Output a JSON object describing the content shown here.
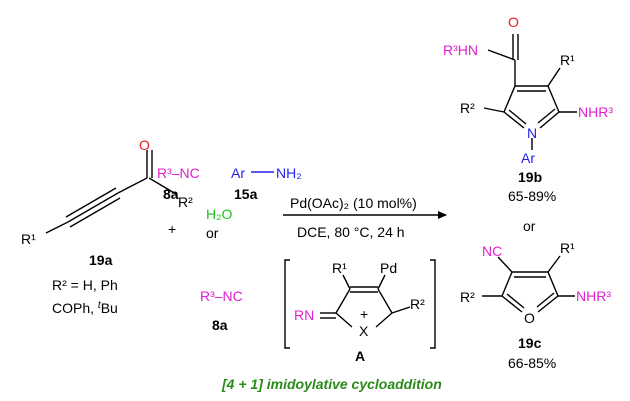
{
  "colors": {
    "black": "#000000",
    "magenta": "#e020d0",
    "blue": "#2222ee",
    "red": "#e02020",
    "green": "#20c020",
    "caption_green": "#2a8a1a"
  },
  "reactant": {
    "label": "19a",
    "carbonyl_o": "O",
    "r1": "R¹",
    "r2": "R²",
    "subst_line1": "R² = H, Ph",
    "subst_line2_pre": "COPh, ",
    "subst_line2_t": "t",
    "subst_line2_bu": "Bu"
  },
  "plus": "+",
  "reagents_top": {
    "isocyanide": "R³–NC",
    "isocyanide_label": "8a",
    "amine_ar": "Ar",
    "amine_nh2": "NH₂",
    "amine_label": "15a",
    "water": "H₂O",
    "or": "or"
  },
  "reagents_bottom": {
    "isocyanide": "R³–NC",
    "isocyanide_label": "8a"
  },
  "conditions": {
    "catalyst": "Pd(OAc)₂ (10 mol%)",
    "conditions": "DCE, 80 °C, 24 h"
  },
  "intermediate": {
    "r1": "R¹",
    "pd": "Pd",
    "rn": "RN",
    "x": "X",
    "charge": "+",
    "r2": "R²",
    "label": "A"
  },
  "product_b": {
    "o": "O",
    "amide": "R³HN",
    "r1": "R¹",
    "r2": "R²",
    "nhr3": "NHR³",
    "n": "N",
    "ar": "Ar",
    "label": "19b",
    "yield": "65-89%"
  },
  "or_between": "or",
  "product_c": {
    "nc": "NC",
    "r1": "R¹",
    "r2": "R²",
    "nhr3": "NHR³",
    "o": "O",
    "label": "19c",
    "yield": "66-85%"
  },
  "caption": "[4 + 1] imidoylative cycloaddition"
}
